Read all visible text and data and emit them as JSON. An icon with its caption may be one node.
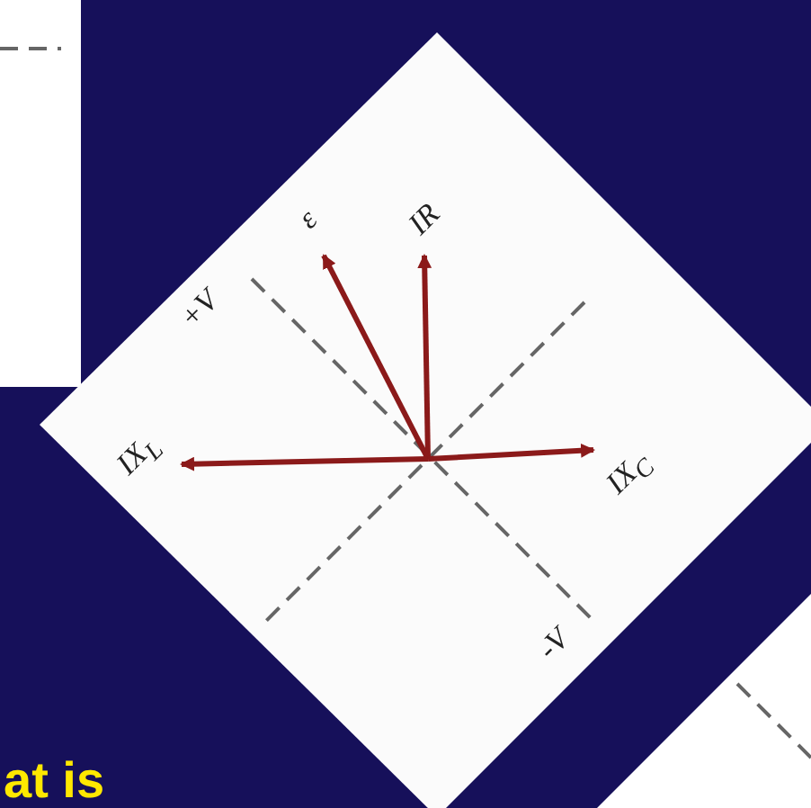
{
  "diagram": {
    "labels": [
      "ε",
      "IR",
      "+V",
      "IX$_{L}$",
      "IX$_{C}$",
      "-V",
      "at is"
    ]
  }
}
